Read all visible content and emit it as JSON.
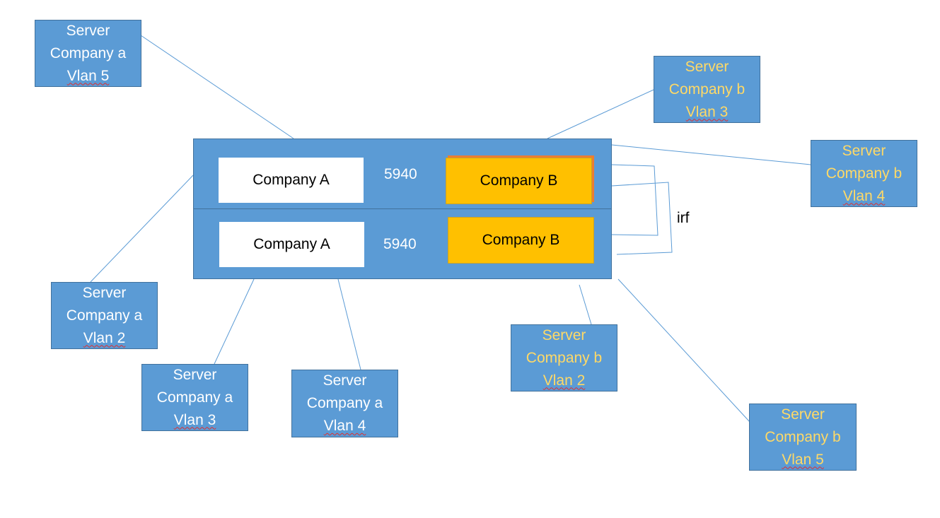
{
  "switch_stack": {
    "members": [
      {
        "left_label": "Company A",
        "id_label": "5940",
        "right_label": "Company B"
      },
      {
        "left_label": "Company A",
        "id_label": "5940",
        "right_label": "Company B"
      }
    ],
    "irf_label": "irf"
  },
  "servers_company_a": [
    {
      "line1": "Server",
      "line2": "Company a",
      "line3": "Vlan 5"
    },
    {
      "line1": "Server",
      "line2": "Company a",
      "line3": "Vlan 2"
    },
    {
      "line1": "Server",
      "line2": "Company a",
      "line3": "Vlan 3"
    },
    {
      "line1": "Server",
      "line2": "Company a",
      "line3": "Vlan 4"
    }
  ],
  "servers_company_b": [
    {
      "line1": "Server",
      "line2": "Company b",
      "line3": "Vlan 3"
    },
    {
      "line1": "Server",
      "line2": "Company b",
      "line3": "Vlan 4"
    },
    {
      "line1": "Server",
      "line2": "Company b",
      "line3": "Vlan 2"
    },
    {
      "line1": "Server",
      "line2": "Company b",
      "line3": "Vlan 5"
    }
  ],
  "colors": {
    "box_fill": "#5b9bd5",
    "box_border": "#41719c",
    "company_a_text": "#ffffff",
    "company_b_text": "#ffd966",
    "company_b_member": "#ffc000",
    "line": "#5b9bd5"
  }
}
